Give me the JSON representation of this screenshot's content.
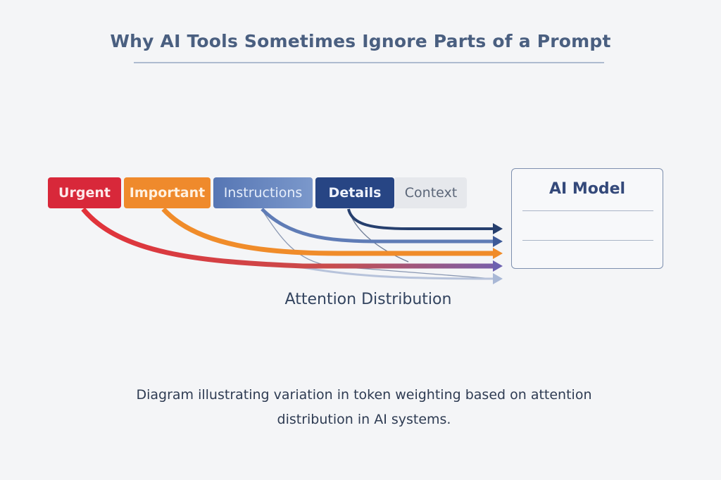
{
  "header": {
    "title": "Why AI Tools Sometimes Ignore Parts of a Prompt"
  },
  "tokens": [
    {
      "label": "Urgent",
      "color": "#d8283a"
    },
    {
      "label": "Important",
      "color": "#ef8a2c"
    },
    {
      "label": "Instructions",
      "color": "#6585bd"
    },
    {
      "label": "Details",
      "color": "#274584"
    },
    {
      "label": "Context",
      "color": "#e6e8ec"
    }
  ],
  "model": {
    "title": "AI Model"
  },
  "flows": {
    "label": "Attention Distribution",
    "arrows": [
      {
        "from": "Details",
        "color": "#263f6e"
      },
      {
        "from": "Instructions",
        "color": "#5a78b3"
      },
      {
        "from": "Important",
        "color": "#f08c2a"
      },
      {
        "from": "Urgent",
        "color": "#d8393d"
      },
      {
        "from": "Context",
        "color": "#a9b8d6"
      }
    ]
  },
  "caption": {
    "line1": "Diagram illustrating variation in token weighting based on attention",
    "line2": "distribution in AI systems."
  }
}
